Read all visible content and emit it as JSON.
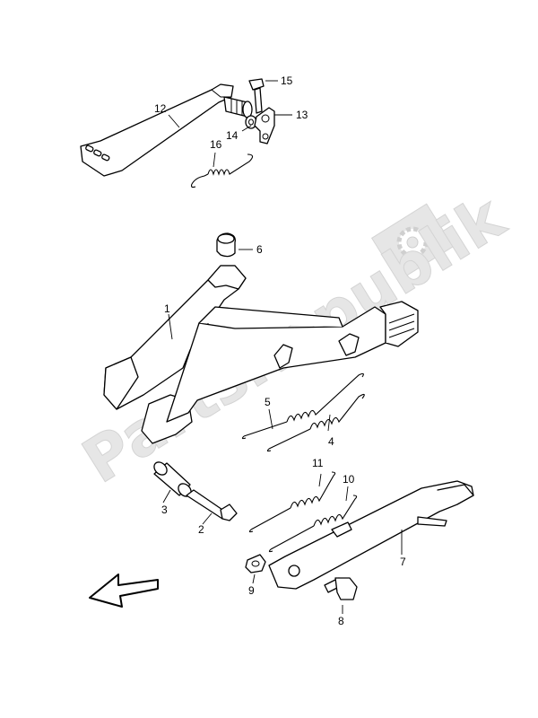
{
  "watermark": {
    "text": "PartsRepublik",
    "icon": "gear-icon"
  },
  "parts": {
    "p1": "1",
    "p2": "2",
    "p3": "3",
    "p4": "4",
    "p5": "5",
    "p6": "6",
    "p7": "7",
    "p8": "8",
    "p9": "9",
    "p10": "10",
    "p11": "11",
    "p12": "12",
    "p13": "13",
    "p14": "14",
    "p15": "15",
    "p16": "16"
  },
  "direction_arrow": "arrow-icon"
}
